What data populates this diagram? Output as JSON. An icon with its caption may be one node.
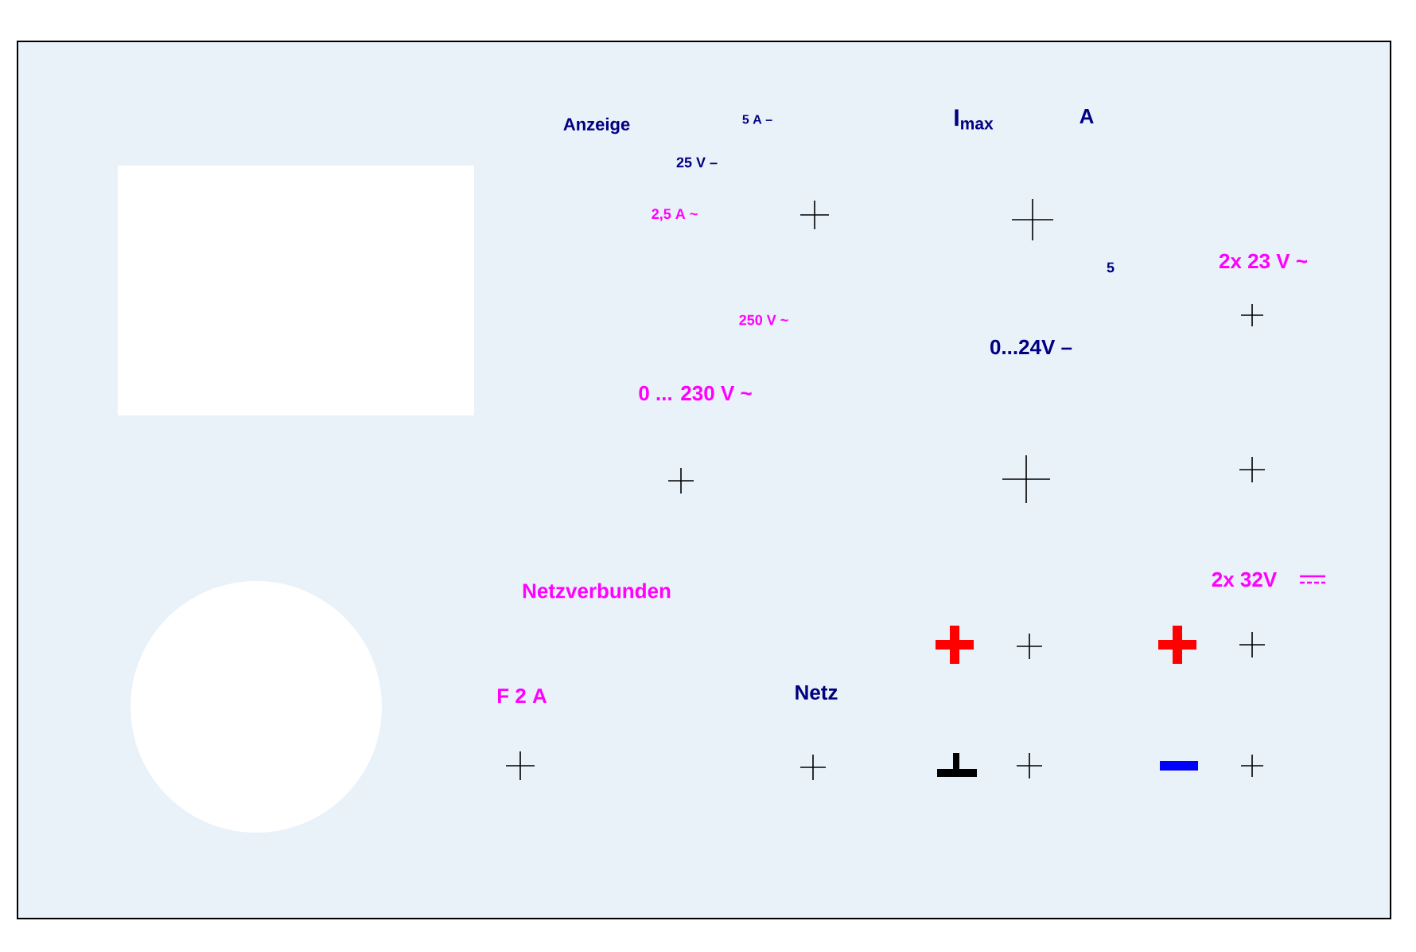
{
  "diagram": {
    "nodes": [
      {
        "text": [],
        "shape": "box"
      },
      {
        "text": [],
        "shape": "circle"
      }
    ],
    "labels": [
      "Anzeige",
      "5 A –",
      "I$_{max}$",
      "A",
      "25 V –",
      "2,5 A ~",
      "5",
      "2x 23 V ~",
      "250 V ~",
      "0...24V –",
      "0 ... 230 V ~",
      "Netzverbunden",
      "2x 32V",
      "F 2 A",
      "Netz"
    ]
  }
}
